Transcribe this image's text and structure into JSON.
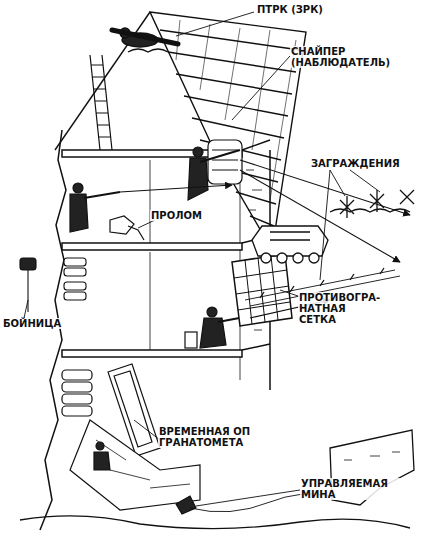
{
  "diagram": {
    "labels": [
      "ПТРК (ЗРК)",
      "СНАЙПЕР (НАБЛЮДАТЕЛЬ)",
      "ЗАГРАЖДЕНИЯ",
      "ПРОЛОМ",
      "ПРОТИВОГРА- НАТНАЯ СЕТКА",
      "БОЙНИЦА",
      "ВРЕМЕННАЯ ОП ГРАНАТОМЕТА",
      "УПРАВЛЯЕМАЯ МИНА"
    ]
  }
}
